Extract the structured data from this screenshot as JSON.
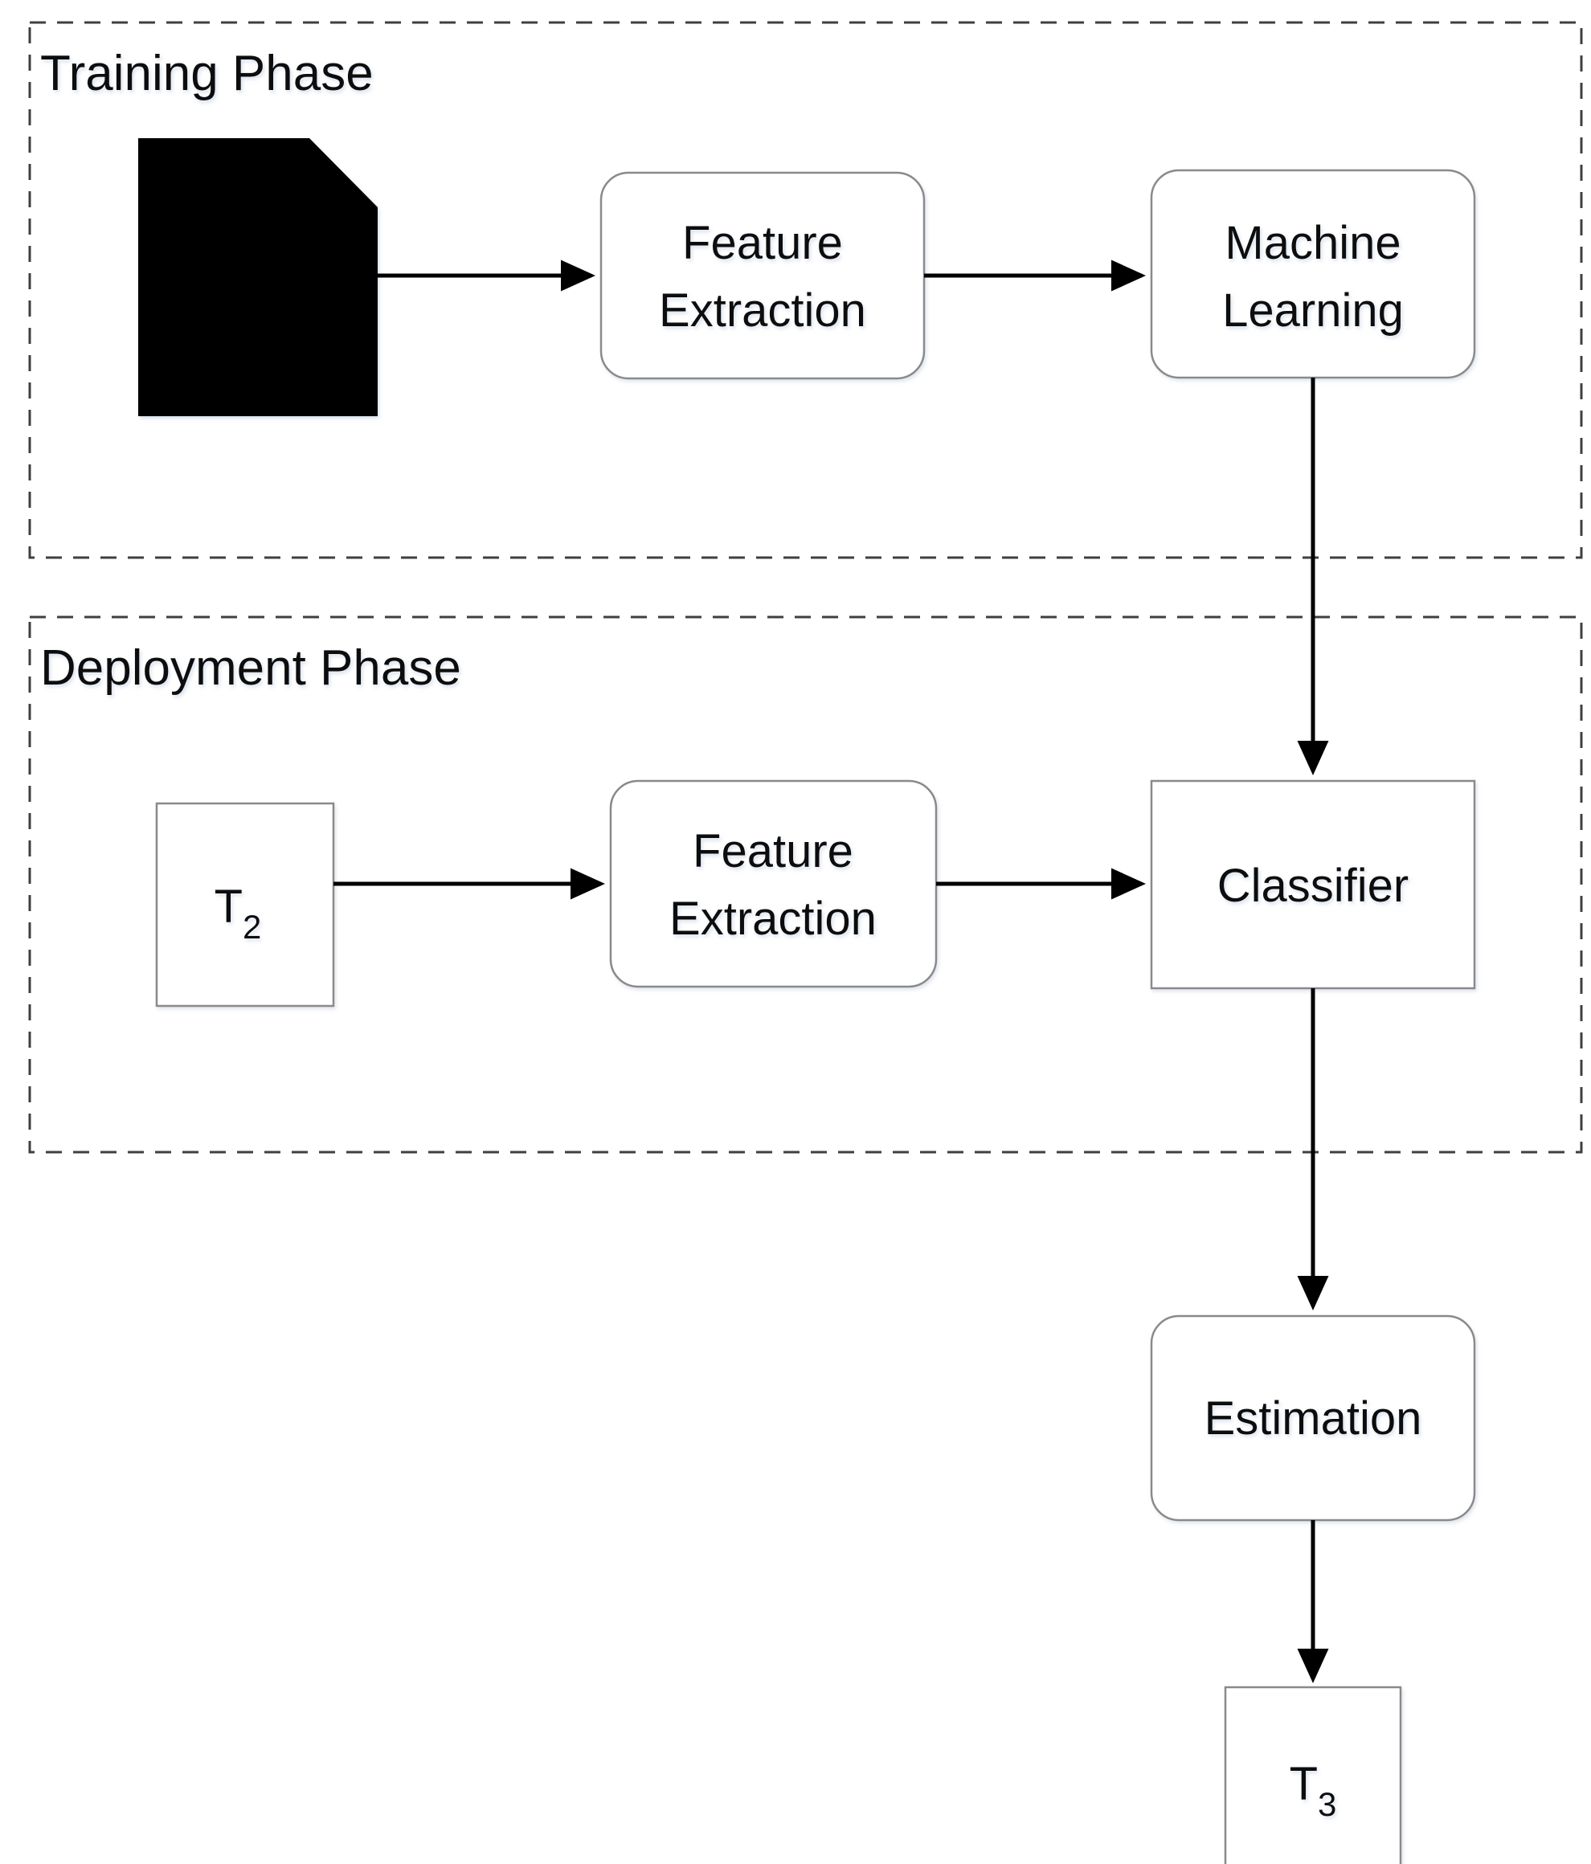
{
  "diagram": {
    "title_training": "Training Phase",
    "title_deployment": "Deployment Phase",
    "colors": {
      "background": "#ffffff",
      "container_border": "#3f3f3f",
      "node_border": "#8a8a8a",
      "node_fill": "#ffffff",
      "edge": "#000000",
      "text": "#111111",
      "icon": "#000000"
    },
    "phases": [
      {
        "id": "training",
        "label": "Training Phase",
        "border_style": "dashed",
        "nodes": [
          {
            "id": "documents",
            "label": "",
            "shape": "document-icon",
            "icon": "document-icon"
          },
          {
            "id": "feature-extraction-train",
            "label_line1": "Feature",
            "label_line2": "Extraction",
            "shape": "rounded-rect"
          },
          {
            "id": "machine-learning",
            "label_line1": "Machine",
            "label_line2": "Learning",
            "shape": "rounded-rect"
          }
        ]
      },
      {
        "id": "deployment",
        "label": "Deployment Phase",
        "border_style": "dashed",
        "nodes": [
          {
            "id": "t2",
            "label_base": "T",
            "label_sub": "2",
            "shape": "square"
          },
          {
            "id": "feature-extraction-deploy",
            "label_line1": "Feature",
            "label_line2": "Extraction",
            "shape": "rounded-rect"
          },
          {
            "id": "classifier",
            "label_line1": "Classifier",
            "label_line2": "",
            "shape": "rect"
          }
        ]
      }
    ],
    "outside_nodes": [
      {
        "id": "estimation",
        "label_line1": "Estimation",
        "label_line2": "",
        "shape": "rounded-rect"
      },
      {
        "id": "t3",
        "label_base": "T",
        "label_sub": "3",
        "shape": "square"
      }
    ],
    "edges": [
      {
        "id": "documents-to-fe-train",
        "from": "documents",
        "to": "feature-extraction-train",
        "direction": "right",
        "arrowhead": true
      },
      {
        "id": "fe-train-to-ml",
        "from": "feature-extraction-train",
        "to": "machine-learning",
        "direction": "right",
        "arrowhead": true
      },
      {
        "id": "ml-to-classifier",
        "from": "machine-learning",
        "to": "classifier",
        "direction": "down",
        "arrowhead": true
      },
      {
        "id": "t2-to-fe-deploy",
        "from": "t2",
        "to": "feature-extraction-deploy",
        "direction": "right",
        "arrowhead": true
      },
      {
        "id": "fe-deploy-to-classifier",
        "from": "feature-extraction-deploy",
        "to": "classifier",
        "direction": "right",
        "arrowhead": true
      },
      {
        "id": "classifier-to-estimation",
        "from": "classifier",
        "to": "estimation",
        "direction": "down",
        "arrowhead": true
      },
      {
        "id": "estimation-to-t3",
        "from": "estimation",
        "to": "t3",
        "direction": "down",
        "arrowhead": true
      }
    ],
    "labels": {
      "feature_extraction_line1": "Feature",
      "feature_extraction_line2": "Extraction",
      "machine_learning_line1": "Machine",
      "machine_learning_line2": "Learning",
      "classifier": "Classifier",
      "estimation": "Estimation",
      "t2_base": "T",
      "t2_sub": "2",
      "t3_base": "T",
      "t3_sub": "3"
    }
  }
}
